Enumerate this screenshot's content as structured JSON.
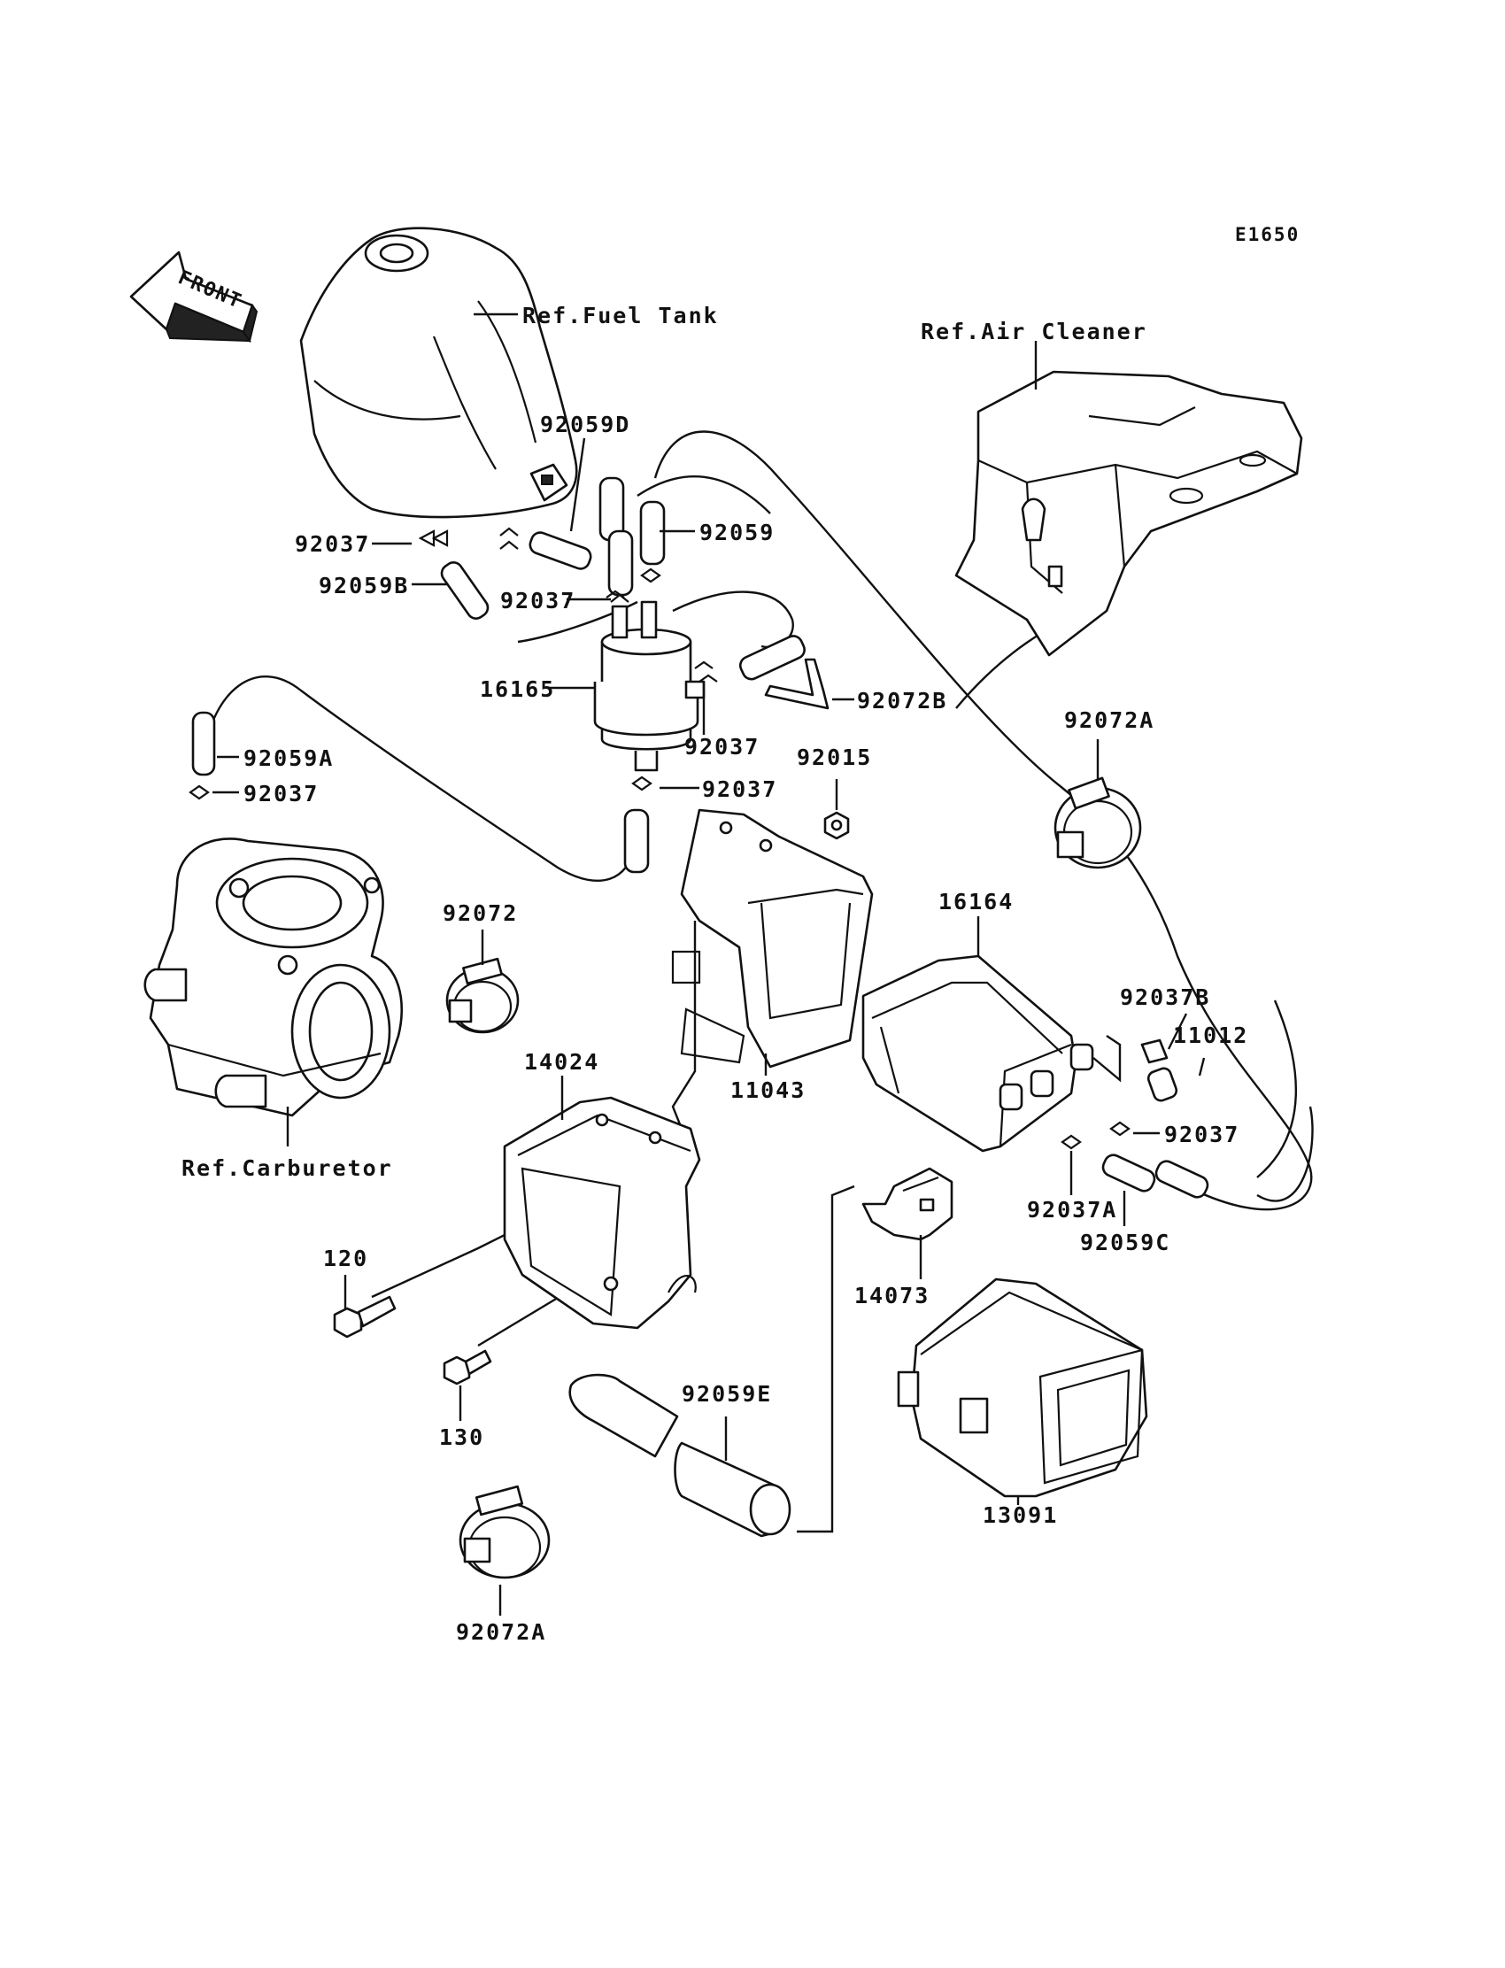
{
  "diagram_code": "E1650",
  "front_label": "FRONT",
  "refs": {
    "fuel_tank": "Ref.Fuel Tank",
    "air_cleaner": "Ref.Air Cleaner",
    "carburetor": "Ref.Carburetor"
  },
  "parts": {
    "p92059D": "92059D",
    "p92059": "92059",
    "p92037_a": "92037",
    "p92059B": "92059B",
    "p92037_b": "92037",
    "p16165": "16165",
    "p92072B": "92072B",
    "p92037_c": "92037",
    "p92059A": "92059A",
    "p92037_d": "92037",
    "p92015": "92015",
    "p92037_e": "92037",
    "p92072A_top": "92072A",
    "p92072": "92072",
    "p16164": "16164",
    "p92037B": "92037B",
    "p11012": "11012",
    "p14024": "14024",
    "p11043": "11043",
    "p92037_f": "92037",
    "p92037A": "92037A",
    "p92059C": "92059C",
    "p120": "120",
    "p14073": "14073",
    "p130": "130",
    "p92059E": "92059E",
    "p13091": "13091",
    "p92072A_bottom": "92072A"
  }
}
